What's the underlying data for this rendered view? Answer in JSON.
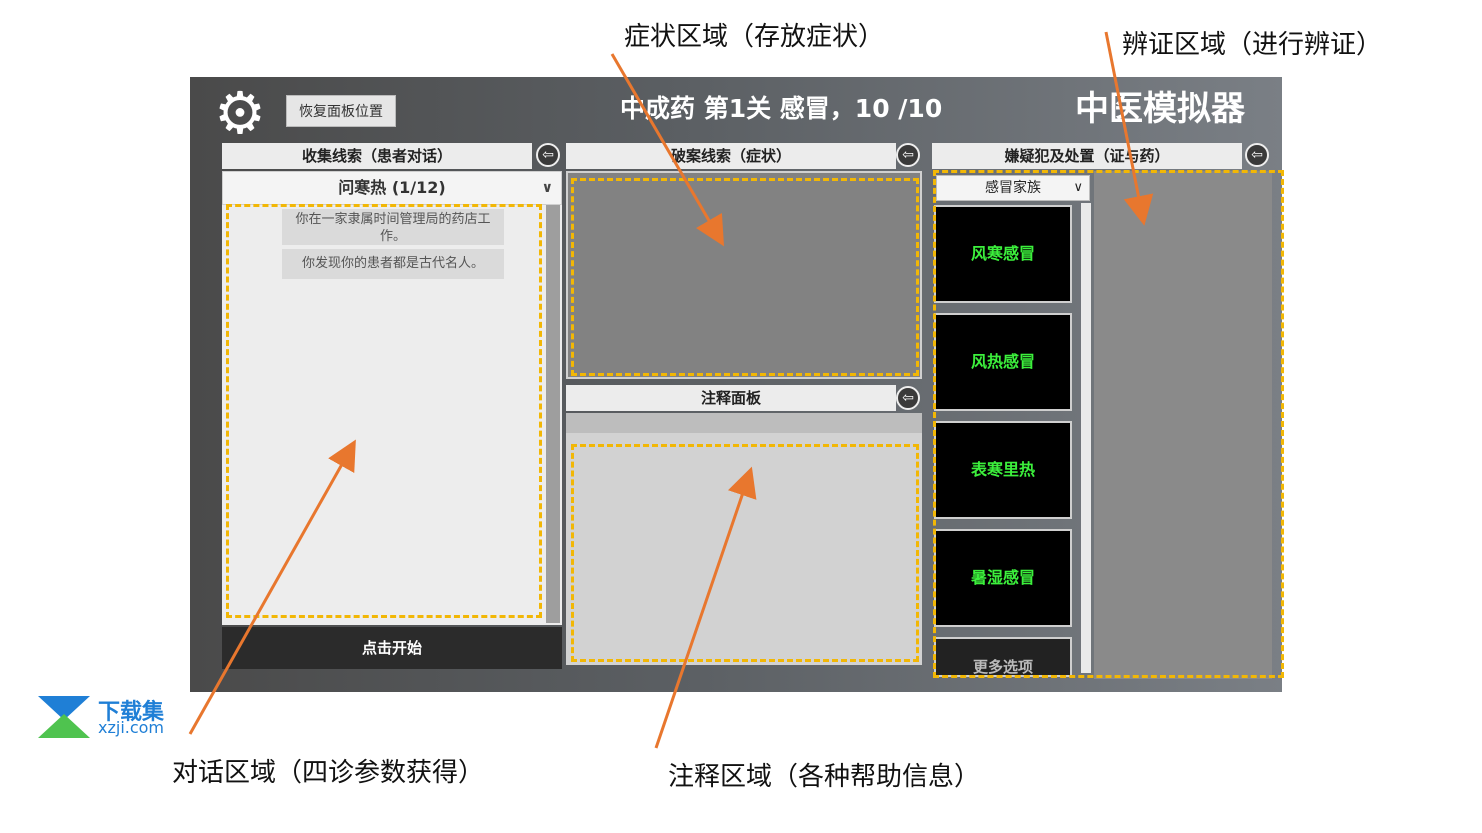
{
  "annotations": {
    "symptom_zone": "症状区域（存放症状）",
    "diagnosis_zone": "辨证区域（进行辨证）",
    "dialog_zone": "对话区域（四诊参数获得）",
    "note_zone": "注释区域（各种帮助信息）"
  },
  "header": {
    "reset_button": "恢复面板位置",
    "level_title": "中成药  第1关  感冒，10 /10",
    "game_title": "中医模拟器"
  },
  "left_panel": {
    "title": "收集线索（患者对话）",
    "dropdown_value": "问寒热 (1/12)",
    "messages": [
      "你在一家隶属时间管理局的药店工作。",
      "你发现你的患者都是古代名人。"
    ],
    "start_button": "点击开始"
  },
  "middle_panel": {
    "title": "破案线索（症状）",
    "note_title": "注释面板"
  },
  "right_panel": {
    "title": "嫌疑犯及处置（证与药）",
    "family_select": "感冒家族",
    "options": [
      "风寒感冒",
      "风热感冒",
      "表寒里热",
      "暑湿感冒"
    ],
    "more_button": "更多选项"
  },
  "watermark": {
    "name": "下载集",
    "url": "xzji.com"
  },
  "colors": {
    "highlight_dash": "#f2b705",
    "arrow": "#e8772e",
    "option_text": "#3cf03c",
    "watermark": "#1f7fd6"
  },
  "icons": {
    "settings": "gear-icon",
    "back": "back-arrow-icon",
    "dropdown": "chevron-down-icon"
  }
}
